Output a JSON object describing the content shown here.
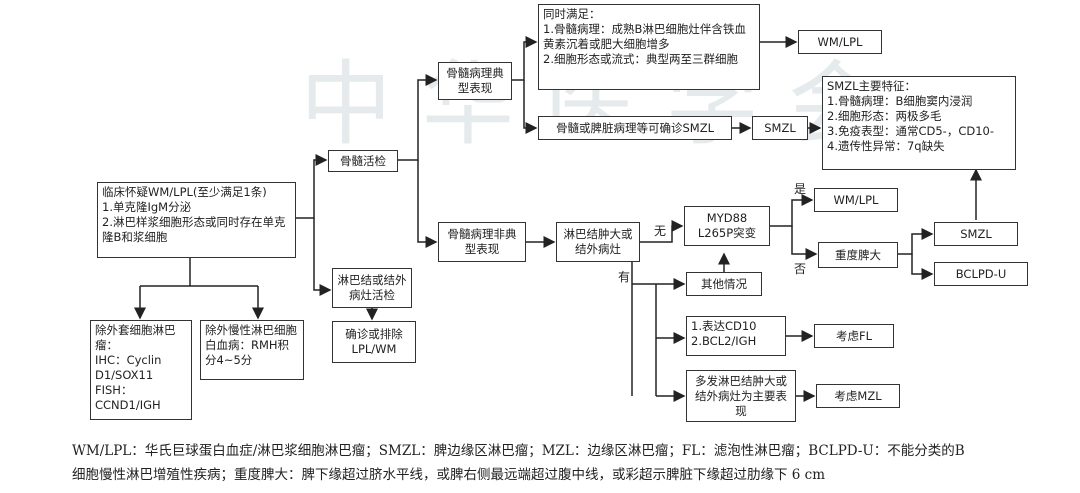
{
  "watermark": "中华医学会",
  "nodes": {
    "start": "临床怀疑WM/LPL(至少满足1条)\n1.单克隆IgM分泌\n2.淋巴样浆细胞形态或同时存在单克隆B和浆细胞",
    "marrow_biopsy": "骨髓活检",
    "node_biopsy": "淋巴结或结外病灶活检",
    "confirm": "确诊或排除LPL/WM",
    "excl_mantle": "除外套细胞淋巴瘤：\nIHC：Cyclin D1/SOX11\nFISH：CCND1/IGH",
    "excl_cll": "除外慢性淋巴细胞白血病：RMH积分4~5分",
    "typical": "骨髓病理典型表现",
    "atypical": "骨髓病理非典型表现",
    "criteria": "同时满足：\n1.骨髓病理：成熟B淋巴细胞灶伴含铁血黄素沉着或肥大细胞增多\n2.细胞形态或流式：典型两至三群细胞",
    "wm_lpl_1": "WM/LPL",
    "confirm_smzl": "骨髓或脾脏病理等可确诊SMZL",
    "smzl_1": "SMZL",
    "smzl_features": "SMZL主要特征：\n1.骨髓病理：B细胞窦内浸润\n2.细胞形态：两极多毛\n3.免疫表型：通常CD5-，CD10-\n4.遗传性异常：7q缺失",
    "lymph_enlarge": "淋巴结肿大或结外病灶",
    "myd88": "MYD88 L265P突变",
    "wm_lpl_2": "WM/LPL",
    "spleno": "重度脾大",
    "smzl_2": "SMZL",
    "bclpd": "BCLPD-U",
    "other": "其他情况",
    "cd10": "1.表达CD10\n2.BCL2/IGH",
    "consider_fl": "考虑FL",
    "multi_node": "多发淋巴结肿大或结外病灶为主要表现",
    "consider_mzl": "考虑MZL"
  },
  "edge_labels": {
    "no": "无",
    "yes_have": "有",
    "yes": "是",
    "no2": "否"
  },
  "caption": {
    "line1": "WM/LPL：华氏巨球蛋白血症/淋巴浆细胞淋巴瘤；SMZL：脾边缘区淋巴瘤；MZL：边缘区淋巴瘤；FL：滤泡性淋巴瘤；BCLPD-U：不能分类的B",
    "line2": "细胞慢性淋巴增殖性疾病；重度脾大：脾下缘超过脐水平线，或脾右侧最远端超过腹中线，或彩超示脾脏下缘超过肋缘下 6 cm"
  }
}
